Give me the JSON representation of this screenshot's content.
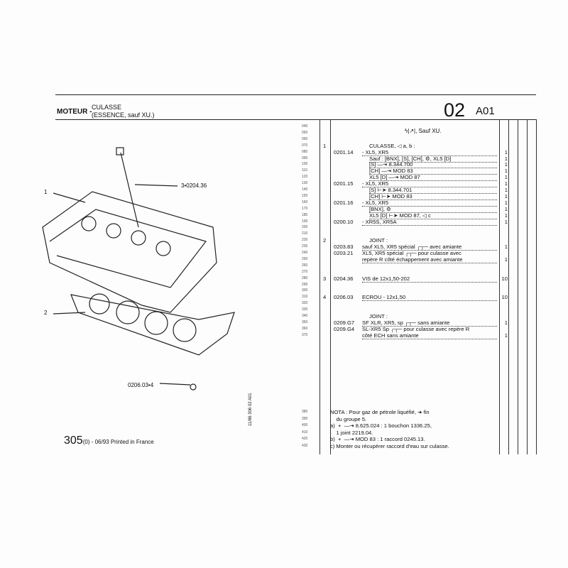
{
  "header": {
    "group": "MOTEUR -",
    "title_line1": "CULASSE",
    "title_line2": "(ESSENCE, sauf XU.)",
    "section": "02",
    "subsection": "A01"
  },
  "table": {
    "heading": "ϟ|↗|, Sauf XU.",
    "rows": [
      {
        "ln": "040"
      },
      {
        "ln": "050"
      },
      {
        "ln": "060"
      },
      {
        "ln": "070",
        "item": "1",
        "desc": "CULASSE, ◁ a, b :",
        "indent": 1
      },
      {
        "ln": "080",
        "ref": "0201.14",
        "desc": "- XL5, XR5",
        "qty": "1"
      },
      {
        "ln": "090",
        "desc": "Sauf : [BNX], [S], [CH], ⚙, XL5 [D]",
        "indent": 1,
        "qty": "1"
      },
      {
        "ln": "100",
        "desc": "[S] —⇥ 8.344.700",
        "indent": 1,
        "qty": "1"
      },
      {
        "ln": "110",
        "desc": "[CH] —⇥ MOD 83",
        "indent": 1,
        "qty": "1"
      },
      {
        "ln": "120",
        "desc": "XL5 [D] —⇥ MOD 87",
        "indent": 1,
        "qty": "1"
      },
      {
        "ln": "130",
        "ref": "0201.15",
        "desc": "- XL5, XR5",
        "qty": "1"
      },
      {
        "ln": "140",
        "desc": "[S] ⊢➤ 8.344.701",
        "indent": 1,
        "qty": "1"
      },
      {
        "ln": "150",
        "desc": "[CH] ⊢➤ MOD 83",
        "indent": 1,
        "qty": "1"
      },
      {
        "ln": "160",
        "ref": "0201.16",
        "desc": "- XL5, XR5",
        "qty": "1"
      },
      {
        "ln": "170",
        "desc": "[BNX], ⚙",
        "indent": 1,
        "qty": "1"
      },
      {
        "ln": "180",
        "desc": "XL5 [D] ⊢➤ MOD 87, ◁ c",
        "indent": 1,
        "qty": "1"
      },
      {
        "ln": "190",
        "ref": "0200.10",
        "desc": "- XR5S, XR5A",
        "qty": "1"
      },
      {
        "ln": "200"
      },
      {
        "ln": "210"
      },
      {
        "ln": "220",
        "item": "2",
        "desc": "JOINT :",
        "indent": 1
      },
      {
        "ln": "230",
        "ref": "0203.83",
        "desc": "sauf XL5, XR5 spécial ┌┬─ avec amiante",
        "qty": "1"
      },
      {
        "ln": "240",
        "ref": "0203.21",
        "desc": "XL5, XR5 spécial ┌┬─ pour culasse avec"
      },
      {
        "ln": "250",
        "desc": "repère R côté échappement avec amiante",
        "qty": "1"
      },
      {
        "ln": "260"
      },
      {
        "ln": "270"
      },
      {
        "ln": "280",
        "item": "3",
        "ref": "0204.36",
        "desc": "VIS de 12x1,50-202",
        "qty": "10"
      },
      {
        "ln": "290"
      },
      {
        "ln": "300"
      },
      {
        "ln": "310",
        "item": "4",
        "ref": "0206.03",
        "desc": "ECROU - 12x1,50",
        "qty": "10"
      },
      {
        "ln": "320"
      },
      {
        "ln": "330"
      },
      {
        "ln": "340",
        "desc": "JOINT :",
        "indent": 1
      },
      {
        "ln": "350",
        "ref": "0209.G7",
        "desc": "SF XLR, XR5, sp ┌┬─ sans amiante",
        "qty": "1"
      },
      {
        "ln": "360",
        "ref": "0209.G4",
        "desc": "SL-XR5 Sp ┌┬─ pour culasse avec repère R"
      },
      {
        "ln": "370",
        "desc": "côté ECH sans amiante",
        "qty": "1"
      }
    ],
    "notes": [
      {
        "ln": "380",
        "text": "NOTA : Pour gaz de pétrole liquéfié, ➜ fin"
      },
      {
        "ln": "390",
        "text": "    du groupe 5."
      },
      {
        "ln": "400",
        "text": "a)  +  —⇥ 8.625.024 : 1 bouchon 1336.25,"
      },
      {
        "ln": "410",
        "text": "    1 joint 2219.04."
      },
      {
        "ln": "420",
        "text": "b)  +  —⇥ MOD 83 : 1 raccord 0245.13."
      },
      {
        "ln": "430",
        "text": "c) Monter ou récupérer raccord d'eau sur culasse."
      }
    ]
  },
  "diagram": {
    "labels": {
      "l1": "1",
      "l2": "2",
      "l3": "3•0204.36",
      "l4": "0206.03•4"
    }
  },
  "footer": {
    "model": "305",
    "rev": "(0) - 06/93 Printed in France",
    "vertical": "11/86 306 02 A01"
  }
}
